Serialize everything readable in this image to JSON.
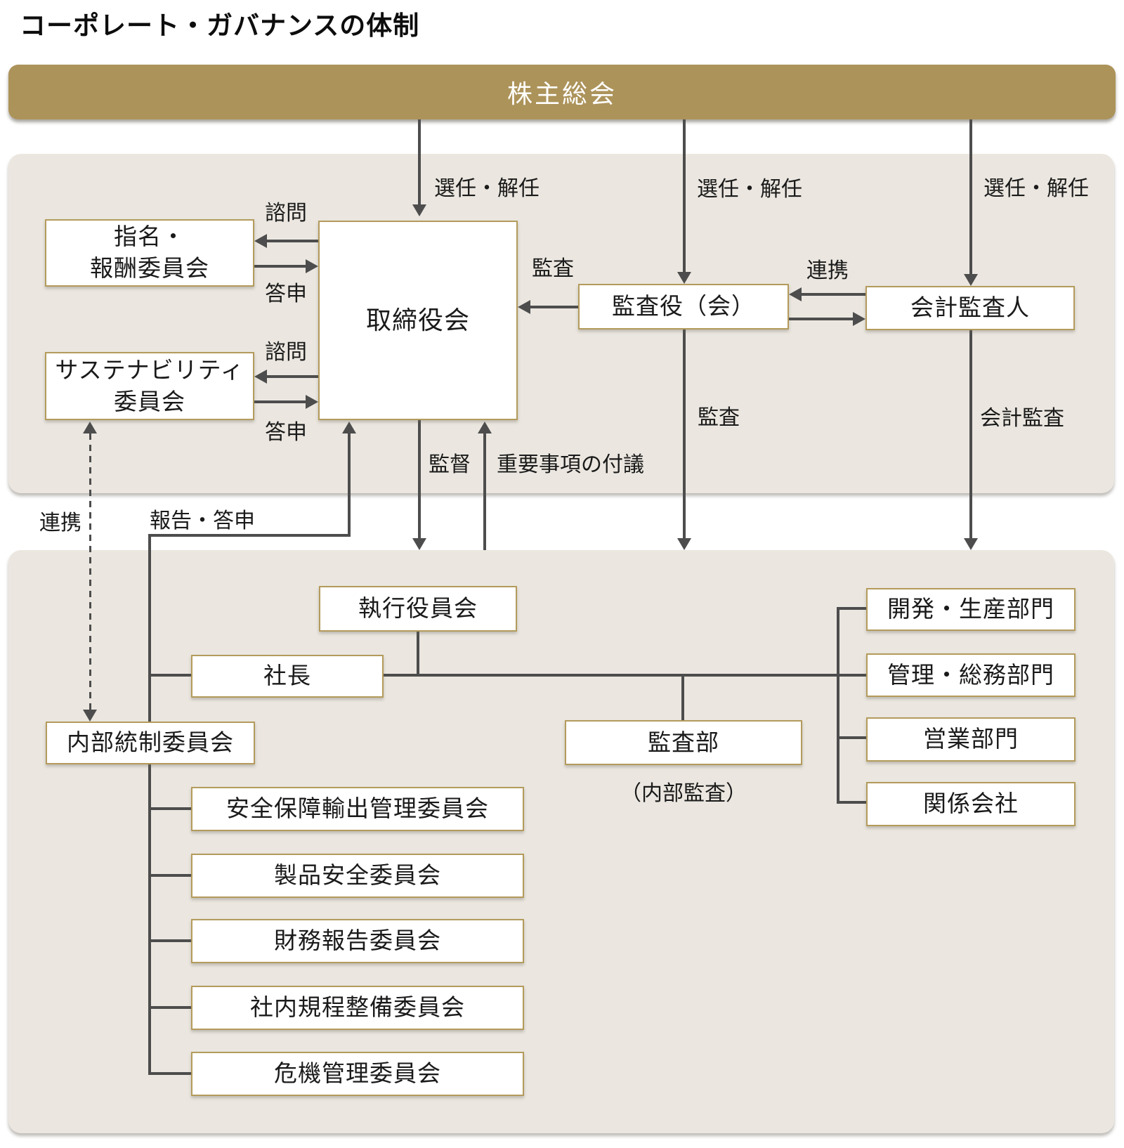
{
  "title": "コーポレート・ガバナンスの体制",
  "colors": {
    "bar_bg": "#ac935a",
    "panel_bg": "#ebe7e0",
    "box_border": "#b49b5c",
    "line": "#4d4d4d",
    "bar_text": "#ffffff",
    "text": "#1a1a1a"
  },
  "nodes": {
    "shareholders_meeting": "株主総会",
    "nomination_line1": "指名・",
    "nomination_line2": "報酬委員会",
    "sustainability_line1": "サステナビリティ",
    "sustainability_line2": "委員会",
    "board": "取締役会",
    "audit_board": "監査役（会）",
    "accounting_auditor": "会計監査人",
    "executive_committee": "執行役員会",
    "president": "社長",
    "internal_control": "内部統制委員会",
    "audit_department": "監査部",
    "audit_department_note": "（内部監査）",
    "divisions": [
      "開発・生産部門",
      "管理・総務部門",
      "営業部門",
      "関係会社"
    ],
    "committees": [
      "安全保障輸出管理委員会",
      "製品安全委員会",
      "財務報告委員会",
      "社内規程整備委員会",
      "危機管理委員会"
    ]
  },
  "edge_labels": {
    "appoint_dismiss": "選任・解任",
    "consult": "諮問",
    "report_back": "答申",
    "audit": "監査",
    "cooperate": "連携",
    "accounting_audit": "会計監査",
    "supervise": "監督",
    "important_matters": "重要事項の付議",
    "report_reply": "報告・答申"
  }
}
